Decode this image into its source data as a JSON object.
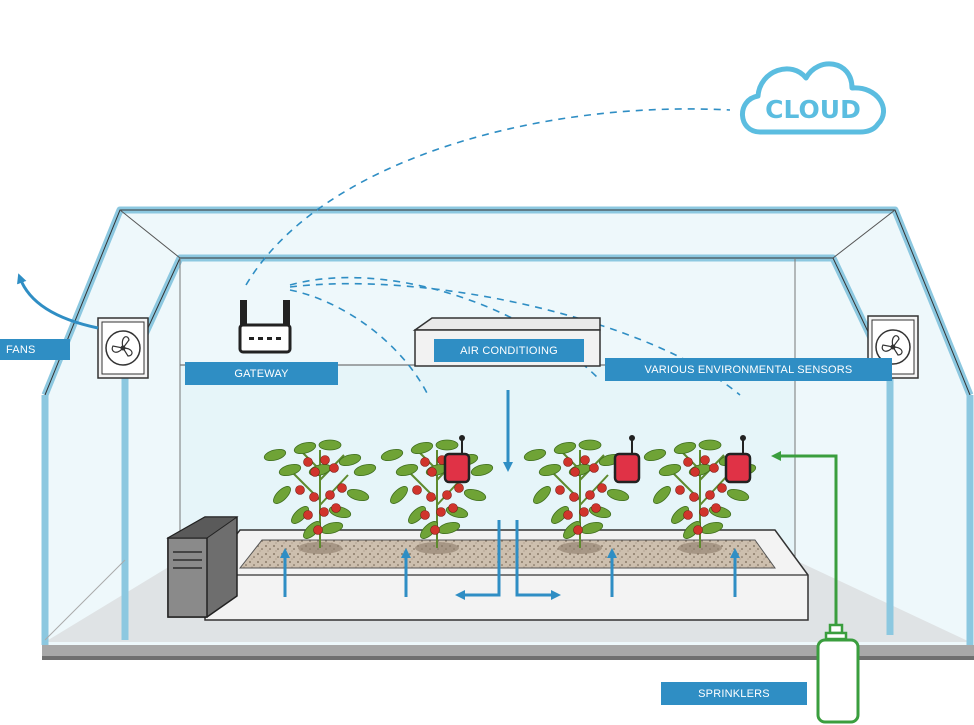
{
  "labels": {
    "cloud": "CLOUD",
    "fans": "FANS",
    "gateway": "GATEWAY",
    "air_conditioning": "AIR CONDITIOING",
    "sensors": "VARIOUS ENVIRONMENTAL SENSORS",
    "sprinklers": "SPRINKLERS"
  },
  "colors": {
    "accent_blue": "#2f8ec4",
    "frame_blue": "#8cc8e0",
    "glass": "#e8f6fa",
    "sensor_red": "#e03246",
    "sprinkler_green": "#3a9e3e",
    "floor": "#a8a8a8"
  },
  "icons": [
    "cloud-icon",
    "router-icon",
    "fan-icon",
    "air-conditioner-icon",
    "sensor-icon",
    "computer-tower-icon",
    "sprinkler-tank-icon",
    "tomato-plant-icon"
  ]
}
